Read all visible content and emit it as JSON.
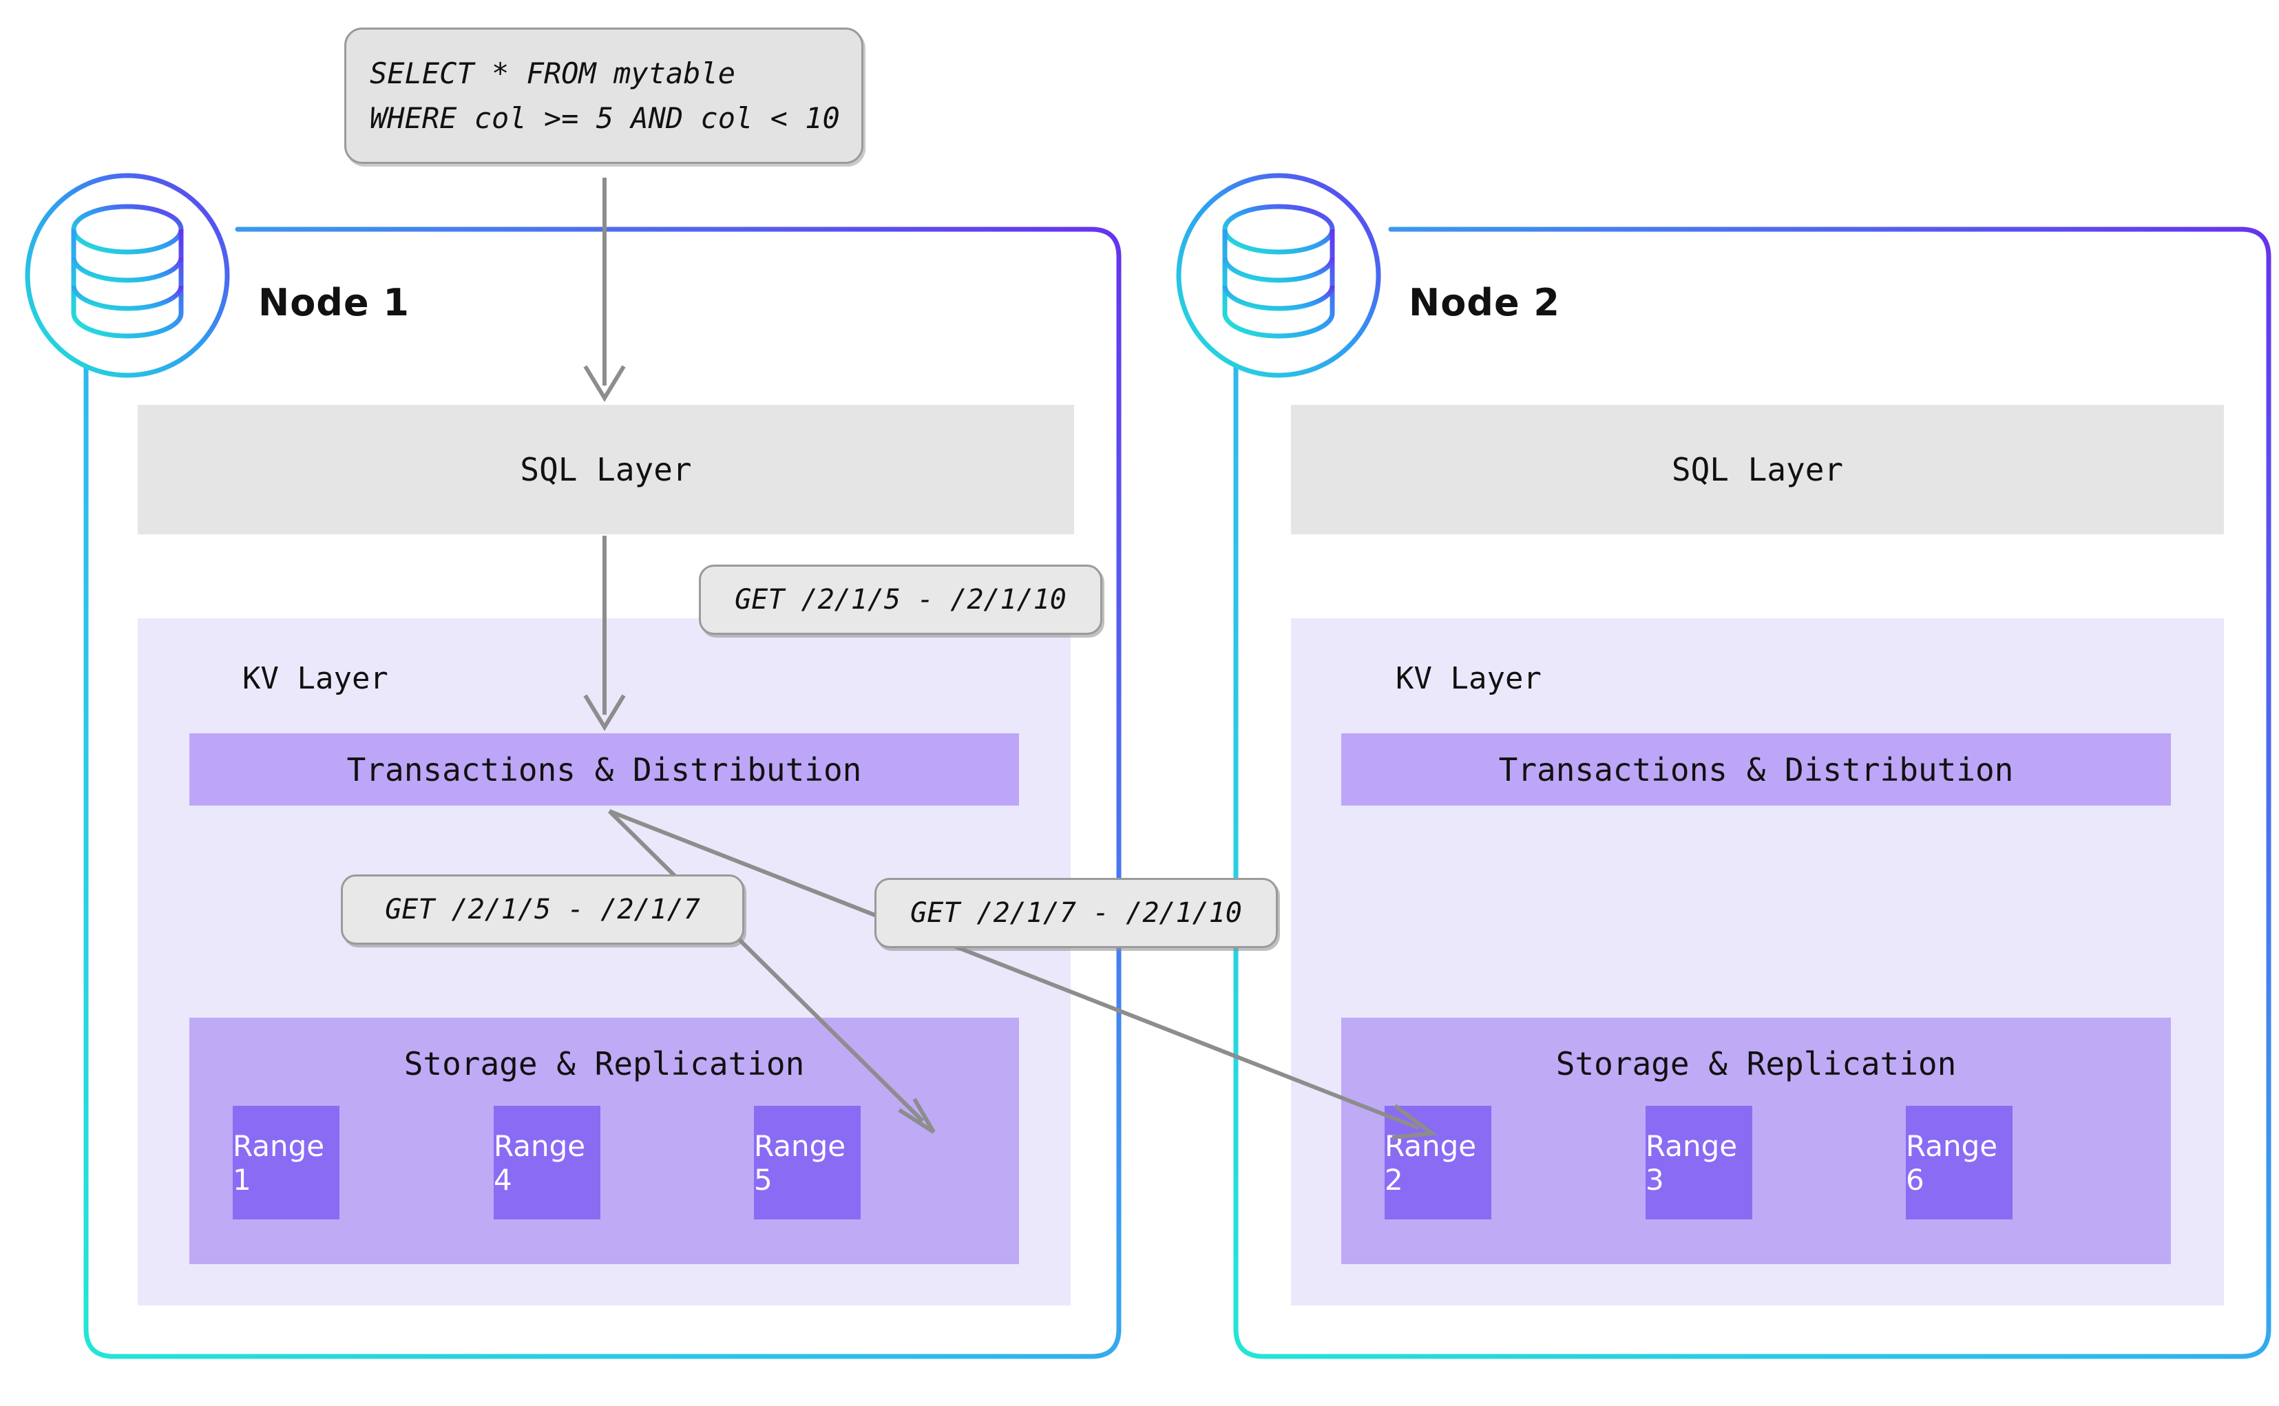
{
  "diagram": {
    "title": "Distributed SQL query routing across nodes",
    "query_box": {
      "line1": "SELECT * FROM mytable",
      "line2": "WHERE col >= 5 AND col < 10"
    },
    "callouts": [
      {
        "id": "sql-to-kv",
        "label": "GET /2/1/5 - /2/1/10"
      },
      {
        "id": "kv-to-local",
        "label": "GET /2/1/5 - /2/1/7"
      },
      {
        "id": "kv-to-remote",
        "label": "GET /2/1/7 - /2/1/10"
      }
    ],
    "nodes": [
      {
        "id": "node-1",
        "title": "Node 1",
        "icon": "database-icon",
        "sql_layer_label": "SQL Layer",
        "kv_layer_label": "KV Layer",
        "txn_label": "Transactions & Distribution",
        "storage_label": "Storage & Replication",
        "ranges": [
          "Range 1",
          "Range 4",
          "Range 5"
        ]
      },
      {
        "id": "node-2",
        "title": "Node 2",
        "icon": "database-icon",
        "sql_layer_label": "SQL Layer",
        "kv_layer_label": "KV Layer",
        "txn_label": "Transactions & Distribution",
        "storage_label": "Storage & Replication",
        "ranges": [
          "Range 2",
          "Range 3",
          "Range 6"
        ]
      }
    ],
    "colors": {
      "background": "#ffffff",
      "node_border_start": "#22e6d6",
      "node_border_end": "#6633ee",
      "sql_layer_fill": "#e5e5e5",
      "kv_layer_fill": "#ece8fb",
      "txn_fill": "#bda6f7",
      "storage_fill": "#bfaaf6",
      "range_fill": "#8a6bf4",
      "callout_fill": "#e8e8e8",
      "callout_border": "#9a9a9a",
      "arrow": "#888888"
    }
  }
}
